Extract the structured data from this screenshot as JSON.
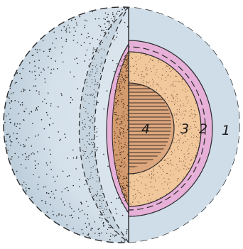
{
  "diagram": {
    "layers": [
      {
        "id": "layer-1",
        "label": "1",
        "color": "#c9dbe8"
      },
      {
        "id": "layer-2",
        "label": "2",
        "color": "#e2a9d6"
      },
      {
        "id": "layer-3",
        "label": "3",
        "color": "#f0c79b"
      },
      {
        "id": "layer-4",
        "label": "4",
        "color": "#d9a37b"
      }
    ],
    "colors": {
      "shaded_half": "#d6e2ea",
      "outline": "#2a2a2a",
      "stipple": "#2b2b2b",
      "hatching": "#3a2a20"
    }
  }
}
